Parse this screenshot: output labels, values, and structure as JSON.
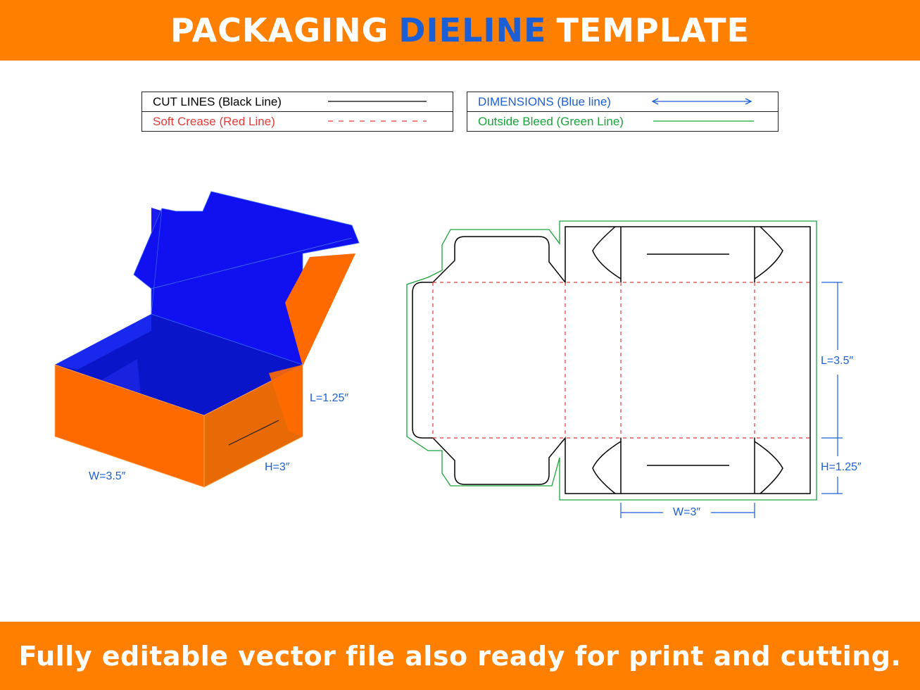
{
  "header": {
    "word1": "PACKAGING",
    "word2": "DIELINE",
    "word3": "TEMPLATE",
    "accent_color": "#1a5fd6",
    "bar_color": "#ff7f00"
  },
  "legend": {
    "cut_lines": "CUT LINES (Black Line)",
    "soft_crease": "Soft Crease (Red Line)",
    "dimensions": "DIMENSIONS (Blue line)",
    "outside_bleed": "Outside Bleed (Green Line)",
    "colors": {
      "cut": "#000000",
      "crease": "#e53935",
      "dimension": "#1a5fd6",
      "bleed": "#1aa33a"
    }
  },
  "box_3d": {
    "length_label": "L=1.25″",
    "width_label": "W=3.5″",
    "height_label": "H=3″",
    "colors": {
      "inside": "#1010f0",
      "outside": "#ff6a00"
    }
  },
  "dieline": {
    "length_label": "L=3.5″",
    "height_label": "H=1.25″",
    "width_label": "W=3″"
  },
  "footer": {
    "text": "Fully editable vector file also ready for print and cutting."
  }
}
